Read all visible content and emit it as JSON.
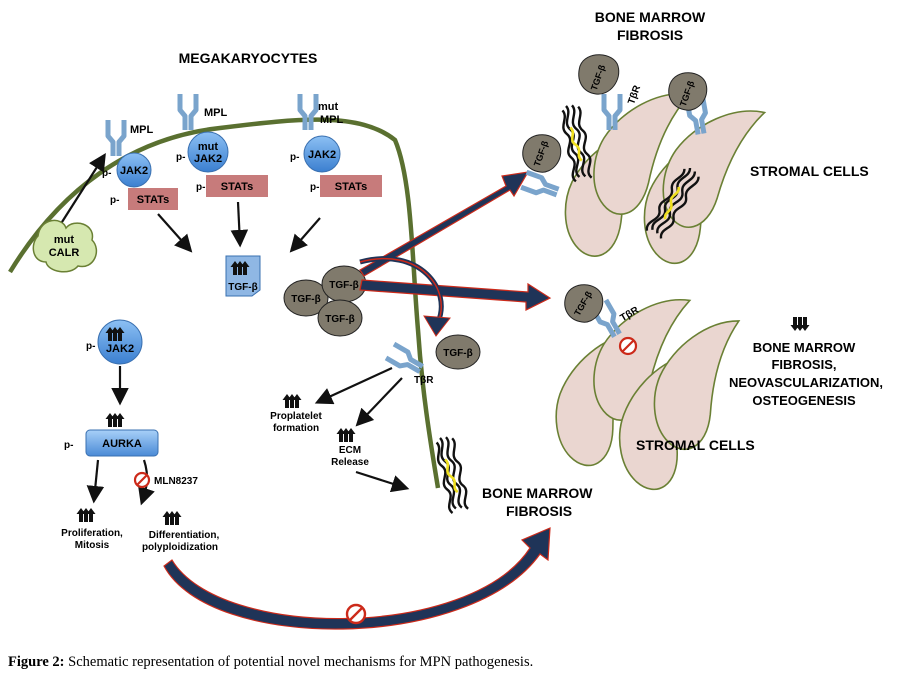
{
  "labels": {
    "megakaryocytes": "MEGAKARYOCYTES",
    "mpl": "MPL",
    "mut": "mut",
    "jak2": "JAK2",
    "stats": "STATs",
    "p": "p-",
    "calr": "CALR",
    "tgfb": "TGF-β",
    "tbr": "TβR",
    "aurka": "AURKA",
    "mln": "MLN8237",
    "proliferation_1": "Proliferation,",
    "proliferation_2": "Mitosis",
    "differentiation_1": "Differentiation,",
    "differentiation_2": "polyploidization",
    "proplatelet_1": "Proplatelet",
    "proplatelet_2": "formation",
    "ecm_1": "ECM",
    "ecm_2": "Release",
    "bmf_1": "BONE MARROW",
    "bmf_2": "FIBROSIS",
    "stromal": "STROMAL CELLS",
    "outcome_1": "BONE MARROW",
    "outcome_2": "FIBROSIS,",
    "outcome_3": "NEOVASCULARIZATION,",
    "outcome_4": "OSTEOGENESIS"
  },
  "caption": {
    "bold": "Figure 2:",
    "text": " Schematic representation of potential novel mechanisms for MPN pathogenesis."
  },
  "colors": {
    "membrane": "#5a7030",
    "receptor": "#8cb0d4",
    "jak": "#5b9be0",
    "stats": "#c77b7b",
    "calr": "#d6e8b0",
    "tgfb": "#807a6c",
    "stromal": "#ead6d0",
    "navy_arrow": "#1f3458",
    "red_arrow": "#cc2a1a",
    "fiber": "#111111",
    "fiber_accent": "#f0e020"
  }
}
